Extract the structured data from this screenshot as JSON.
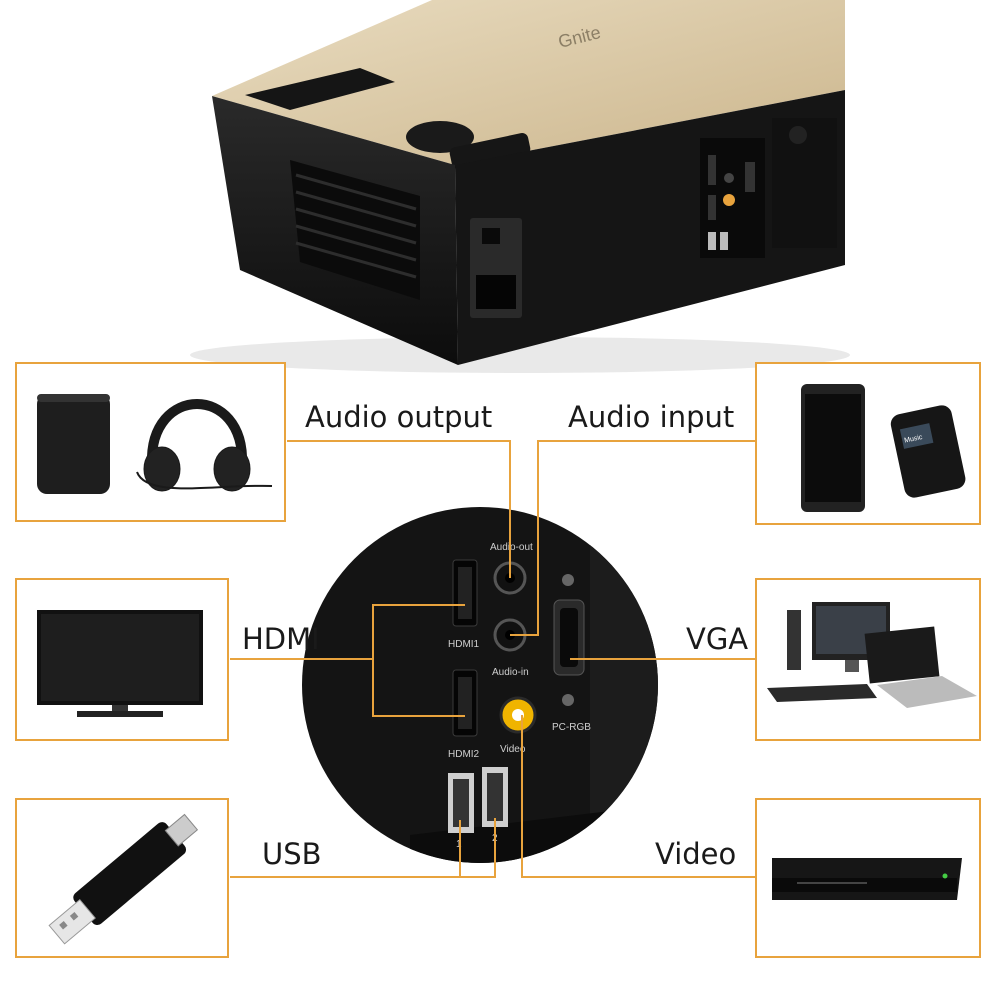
{
  "brand": "Gnite",
  "accent_color": "#e8a33d",
  "labels": {
    "audio_output": "Audio output",
    "audio_input": "Audio input",
    "hdmi": "HDMI",
    "vga": "VGA",
    "usb": "USB",
    "video": "Video"
  },
  "ports": {
    "audio_out": "Audio-out",
    "hdmi1": "HDMI1",
    "hdmi2": "HDMI2",
    "audio_in": "Audio-in",
    "video": "Video",
    "pc_rgb": "PC-RGB",
    "usb1": "1",
    "usb2": "2"
  },
  "device_screen": {
    "music_label": "Music"
  },
  "icons": {
    "projector": "projector-icon",
    "speaker": "speaker-icon",
    "headphones": "headphones-icon",
    "tv": "tv-icon",
    "usb_drive": "usb-drive-icon",
    "smartphone": "smartphone-icon",
    "mp3_player": "mp3-player-icon",
    "desktop_pc": "desktop-computer-icon",
    "laptop": "laptop-icon",
    "dvd_player": "dvd-player-icon"
  }
}
